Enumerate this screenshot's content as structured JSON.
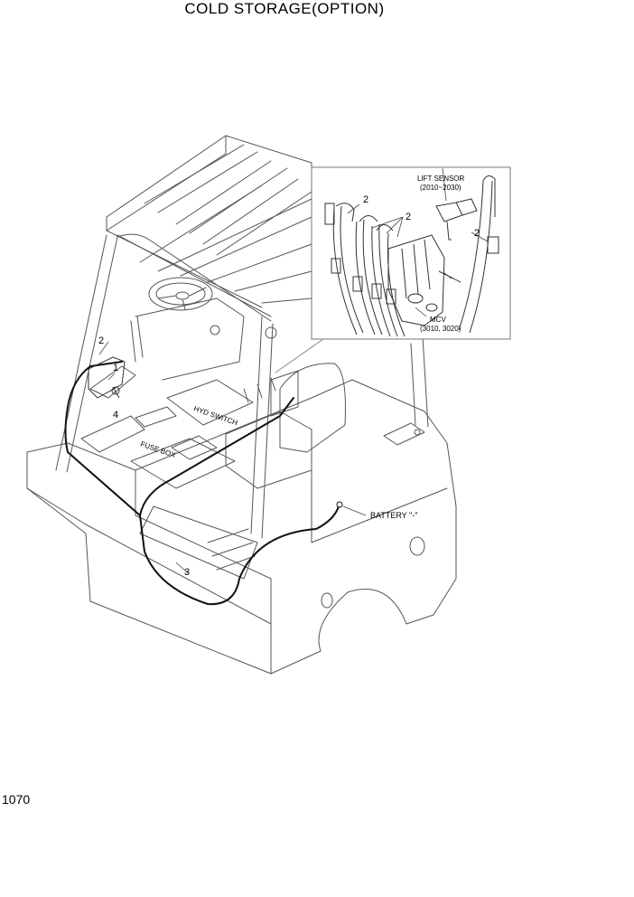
{
  "title": "COLD STORAGE(OPTION)",
  "page_number": "1070",
  "labels": {
    "lift_sensor": "LIFT SENSOR",
    "lift_sensor_range": "(2010~2030)",
    "mcv": "MCV",
    "mcv_range": "(3010, 3020)",
    "battery": "BATTERY \"-\"",
    "hyd_switch": "HYD SWITCH",
    "fuse_box": "FUSE BOX"
  },
  "callouts": {
    "c1": "1",
    "c2_left": "2",
    "c2_inset_a": "2",
    "c2_inset_b": "2",
    "c2_inset_c": "2",
    "c3": "3",
    "c4": "4"
  }
}
